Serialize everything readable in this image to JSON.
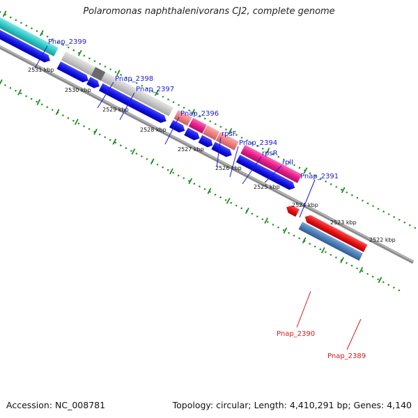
{
  "title": "Polaromonas naphthalenivorans CJ2, complete genome",
  "footer": {
    "accession": "Accession: NC_008781",
    "topology": "Topology: circular; Length: 4,410,291 bp; Genes: 4,140"
  },
  "scale_labels": [
    "2531 kbp",
    "2530 kbp",
    "2529 kbp",
    "2528 kbp",
    "2527 kbp",
    "2526 kbp",
    "2525 kbp",
    "2524 kbp",
    "2523 kbp",
    "2522 kbp"
  ],
  "gene_labels": [
    {
      "text": "Pnap_2399",
      "color": "#1a1ad6"
    },
    {
      "text": "Pnap_2398",
      "color": "#1a1ad6"
    },
    {
      "text": "Pnap_2397",
      "color": "#1a1ad6"
    },
    {
      "text": "Pnap_2396",
      "color": "#1a1ad6"
    },
    {
      "text": "rpsF",
      "color": "#1a1ad6"
    },
    {
      "text": "Pnap_2394",
      "color": "#1a1ad6"
    },
    {
      "text": "rpsR",
      "color": "#1a1ad6"
    },
    {
      "text": "rplI",
      "color": "#1a1ad6"
    },
    {
      "text": "Pnap_2391",
      "color": "#1a1ad6"
    },
    {
      "text": "Pnap_2390",
      "color": "#d41a1a"
    },
    {
      "text": "Pnap_2389",
      "color": "#d41a1a"
    }
  ],
  "colors": {
    "backbone": "#8a8a8a",
    "tick": "#1e8c1e",
    "gene_forward": "#1414e6",
    "gene_reverse": "#e61414",
    "gene_reverse_alt": "#4a7fb8",
    "cyan": "#30c8c8",
    "grey": "#c8c8c8",
    "dark_grey": "#707070",
    "salmon": "#f08080",
    "magenta": "#e81e8c"
  }
}
